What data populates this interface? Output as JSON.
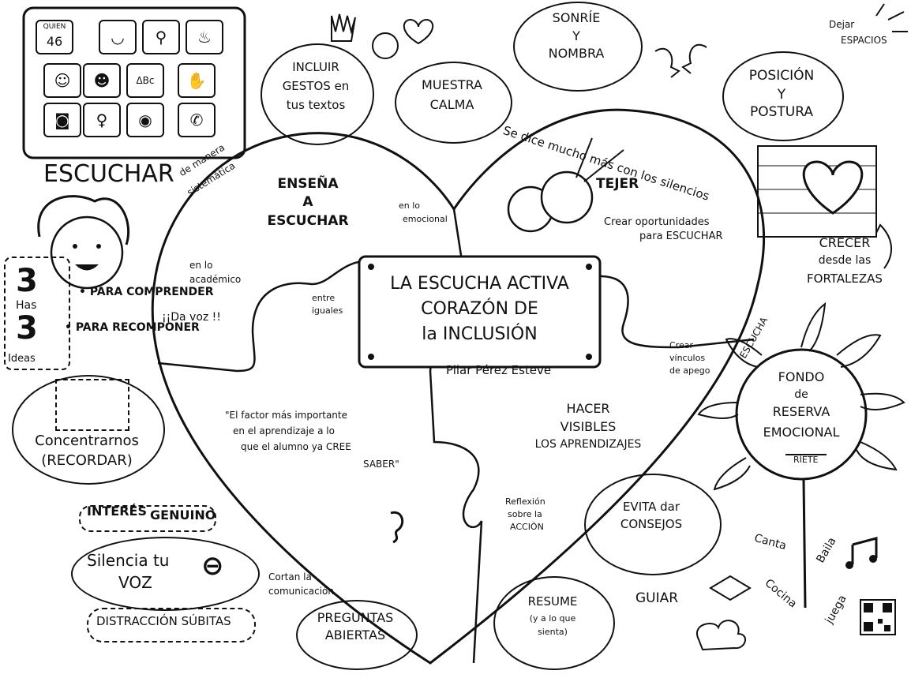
{
  "central_title": [
    "LA ESCUCHA ACTIVA",
    "CORAZÓN DE",
    "la INCLUSIÓN"
  ],
  "author": "Pilar Pérez Esteve",
  "left_column": {
    "escuchar": "ESCUCHAR",
    "quien": "QUIEN",
    "quien_num": "46",
    "para_comprender": "• PARA COMPRENDER",
    "para_recomponer": "• PARA RECOMPONER",
    "three_h": [
      "3",
      "Has",
      "3"
    ],
    "ideas": "Ideas",
    "concentrarnos": [
      "Concentrarnos",
      "(RECORDAR)"
    ],
    "interes": "INTERÉS",
    "genuino": "GENUINO",
    "silencia": [
      "Silencia tu",
      "VOZ"
    ],
    "distraccion": "DISTRACCIÓN SÚBITAS",
    "cortan": [
      "Cortan la",
      "comunicación"
    ],
    "preguntas": [
      "PREGUNTAS",
      "ABIERTAS"
    ]
  },
  "top": {
    "incluir": [
      "INCLUIR",
      "GESTOS en",
      "tus textos"
    ],
    "muestra": [
      "MUESTRA",
      "CALMA"
    ],
    "sonrie": [
      "SONRÍE",
      "Y",
      "NOMBRA"
    ],
    "posicion": [
      "POSICIÓN",
      "Y",
      "POSTURA"
    ],
    "dejar": [
      "Dejar",
      "ESPACIOS"
    ],
    "silencios": "Se dice mucho más con los silencios"
  },
  "heart_left": {
    "ensena": [
      "ENSEÑA",
      "A",
      "ESCUCHAR"
    ],
    "manera": [
      "de manera",
      "sistemática"
    ],
    "emocional": [
      "en lo",
      "emocional"
    ],
    "academico": [
      "en lo",
      "académico"
    ],
    "entre_iguales": [
      "entre",
      "iguales"
    ],
    "da_voz": "¡¡Da voz !!",
    "quote": [
      "\"El factor más importante",
      "en el aprendizaje a lo",
      "que el alumno ya CREE",
      "SABER\""
    ]
  },
  "heart_right": {
    "tejer": "TEJER",
    "crear_oportunidades": [
      "Crear oportunidades",
      "para ESCUCHAR"
    ],
    "crear_vinculos": [
      "Crear",
      "vínculos",
      "de apego"
    ],
    "hacer_visibles": [
      "HACER",
      "VISIBLES",
      "LOS APRENDIZAJES"
    ],
    "reflexion": [
      "Reflexión",
      "sobre la",
      "ACCIÓN"
    ],
    "evita": [
      "EVITA dar",
      "CONSEJOS"
    ],
    "resume": [
      "RESUME",
      "(y a lo que",
      "sienta)"
    ],
    "guiar": "GUIAR"
  },
  "right_column": {
    "crecer": [
      "CRECER",
      "desde las",
      "FORTALEZAS"
    ],
    "escucha": "ESCUCHA",
    "fondo": [
      "FONDO",
      "de",
      "RESERVA",
      "EMOCIONAL"
    ],
    "riete": "RÍETE",
    "canta": "Canta",
    "baila": "Baila",
    "cocina": "Cocina",
    "juega": "juega"
  },
  "icons": [
    "hands-icon",
    "smiley-icon",
    "heart-icon",
    "faces-icon",
    "yarn-icon",
    "brick-heart-icon",
    "sunflower-icon",
    "book-icon",
    "chef-hat-icon",
    "music-notes-icon",
    "qr-icon",
    "girl-face-icon",
    "ear-icon",
    "hand-stop-icon"
  ]
}
